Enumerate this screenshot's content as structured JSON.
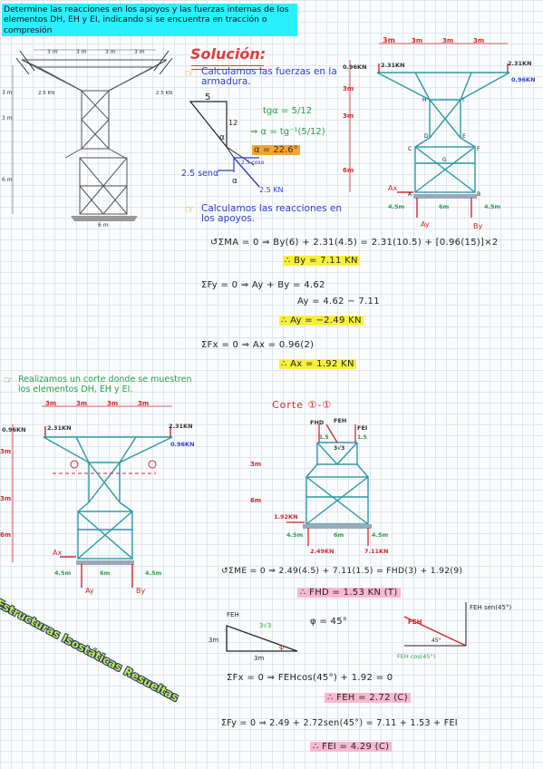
{
  "problem": {
    "text": "Determine las reacciones en los apoyos y las fuerzas internas de los elementos DH, EH y EI, indicando si se encuentra en tracción o compresión"
  },
  "figure1": {
    "top_dims": [
      "3 m",
      "3 m",
      "3 m",
      "3 m"
    ],
    "left_dims": [
      "3 m",
      "3 m",
      "6 m"
    ],
    "bottom_dim": "6 m",
    "loads": [
      "2.5 KN",
      "2.5 KN"
    ]
  },
  "solution": {
    "title": "Solución:",
    "step1": "Calculamos las fuerzas en la armadura.",
    "tri_five": "5",
    "tri_twelve": "12",
    "alpha": "α",
    "tg_eq": "tgα = 5/12",
    "alpha_eq": "⇒ α = tg⁻¹(5/12)",
    "alpha_result": "α = 22.6°",
    "cos_label": "2.5 cosα",
    "sen_label": "2.5 senα",
    "force_label": "2.5 KN",
    "step2": "Calculamos las reacciones en los apoyos."
  },
  "figure2": {
    "top_dims": [
      "3m",
      "3m",
      "3m",
      "3m"
    ],
    "left_dims": [
      "3m",
      "3m",
      "6m"
    ],
    "loads": [
      "0.96KN",
      "2.31KN",
      "2.31KN",
      "0.96KN"
    ],
    "nodes": [
      "H",
      "I",
      "D",
      "E",
      "C",
      "G",
      "F",
      "A",
      "B"
    ],
    "ax": "Ax",
    "ay": "Ay",
    "by": "By",
    "bottom_dims": [
      "4.5m",
      "6m",
      "4.5m"
    ]
  },
  "equations1": {
    "m_eq": "↺ΣMA = 0  ⇒  By(6) + 2.31(4.5) = 2.31(10.5) + [0.96(15)]×2",
    "m_res": "∴ By = 7.11 KN",
    "fy_eq1": "ΣFy = 0  ⇒  Ay + By = 4.62",
    "fy_eq2": "Ay = 4.62 − 7.11",
    "fy_res": "∴ Ay = −2.49 KN",
    "fx_eq": "ΣFx = 0  ⇒  Ax = 0.96(2)",
    "fx_res": "∴ Ax = 1.92 KN"
  },
  "cut": {
    "step3": "Realizamos un corte donde se muestren los elementos DH, EH y EI.",
    "section_title": "Corte ①-①",
    "labels": [
      "FHD",
      "FEH",
      "FEI",
      "1.5",
      "1.5",
      "3√3",
      "3m",
      "6m",
      "1.92KN",
      "4.5m",
      "6m",
      "4.5m",
      "2.49KN",
      "7.11KN"
    ]
  },
  "figure3": {
    "top_dims": [
      "3m",
      "3m",
      "3m",
      "3m"
    ],
    "left_dims": [
      "3m",
      "3m",
      "6m"
    ],
    "loads": [
      "0.96KN",
      "2.31KN",
      "2.31KN",
      "0.96KN"
    ],
    "ax": "Ax",
    "ay": "Ay",
    "by": "By",
    "bottom_dims": [
      "4.5m",
      "6m",
      "4.5m"
    ]
  },
  "equations2": {
    "me_eq": "↺ΣME = 0  ⇒  2.49(4.5) + 7.11(1.5) = FHD(3) + 1.92(9)",
    "me_res": "∴ FHD = 1.53 KN (T)",
    "tri_feh": "FEH",
    "tri_3m_side": "3m",
    "tri_3m_base": "3m",
    "tri_3sqrt3": "3√3",
    "phi": "φ",
    "phi_eq": "φ = 45°",
    "vec_feh": "FEH",
    "vec_sen": "FEH sen(45°)",
    "vec_cos": "FEH cos(45°)",
    "vec_angle": "45°",
    "fx_eq": "ΣFx = 0  ⇒  FEHcos(45°) + 1.92 = 0",
    "fx_res": "∴ FEH = 2.72 (C)",
    "fy_eq": "ΣFy = 0  ⇒  2.49 + 2.72sen(45°) = 7.11 + 1.53 + FEI",
    "fy_res": "∴ FEI = 4.29 (C)"
  },
  "watermark": "Estructuras Isostáticas Resueltas"
}
